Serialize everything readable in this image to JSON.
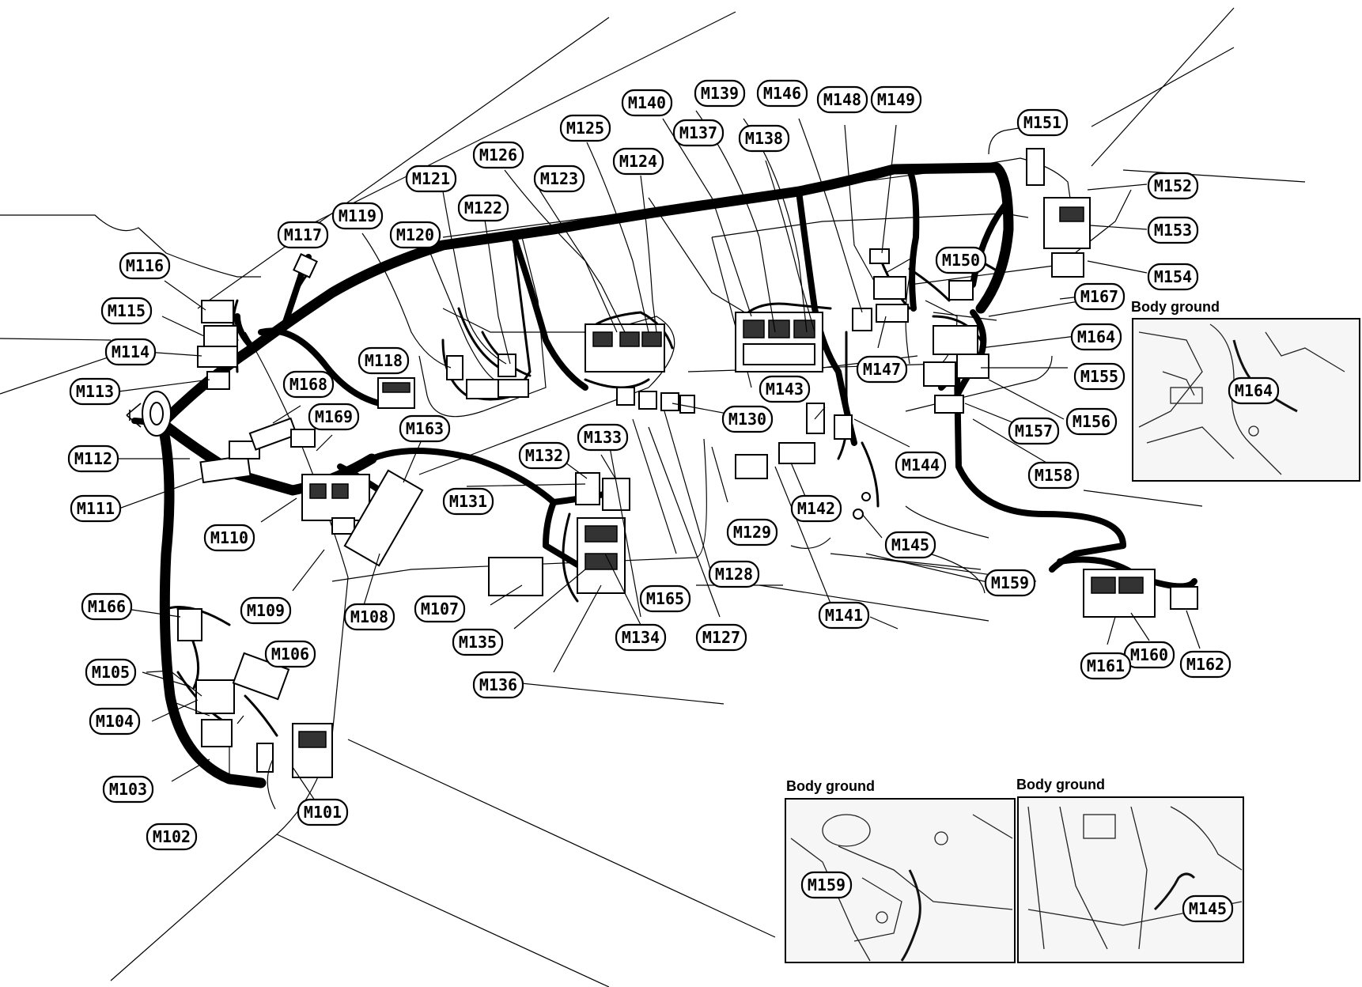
{
  "diagram": {
    "connectors": [
      "M101",
      "M102",
      "M103",
      "M104",
      "M105",
      "M106",
      "M107",
      "M108",
      "M109",
      "M110",
      "M111",
      "M112",
      "M113",
      "M114",
      "M115",
      "M116",
      "M117",
      "M118",
      "M119",
      "M120",
      "M121",
      "M122",
      "M123",
      "M124",
      "M125",
      "M126",
      "M127",
      "M128",
      "M129",
      "M130",
      "M131",
      "M132",
      "M133",
      "M134",
      "M135",
      "M136",
      "M137",
      "M138",
      "M139",
      "M140",
      "M141",
      "M142",
      "M143",
      "M144",
      "M145",
      "M146",
      "M147",
      "M148",
      "M149",
      "M150",
      "M151",
      "M152",
      "M153",
      "M154",
      "M155",
      "M156",
      "M157",
      "M158",
      "M159",
      "M160",
      "M161",
      "M162",
      "M163",
      "M164",
      "M165",
      "M166",
      "M167",
      "M168",
      "M169"
    ],
    "insets": [
      {
        "title": "Body ground",
        "label": "M164"
      },
      {
        "title": "Body ground",
        "label": "M159"
      },
      {
        "title": "Body ground",
        "label": "M145"
      }
    ]
  }
}
